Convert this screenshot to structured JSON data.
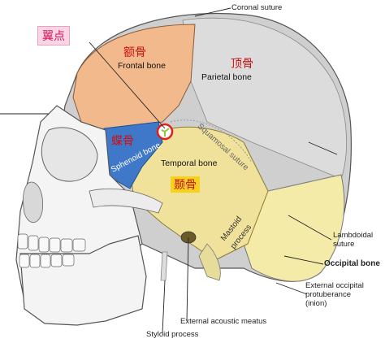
{
  "pterion_label": "翼点",
  "bones_cn": {
    "frontal": "额骨",
    "parietal": "顶骨",
    "sphenoid": "蝶骨",
    "temporal": "颞骨"
  },
  "bones_en": {
    "frontal": "Frontal bone",
    "parietal": "Parietal bone",
    "sphenoid": "Sphenoid bone",
    "temporal": "Temporal bone",
    "occipital": "Occipital bone"
  },
  "sutures": {
    "coronal": "Coronal suture",
    "squamosal": "Squamosal suture",
    "lambdoidal_1": "Lambdoidal",
    "lambdoidal_2": "suture"
  },
  "features": {
    "mastoid_1": "Mastoid",
    "mastoid_2": "process",
    "eop_1": "External occipital",
    "eop_2": "protuberance",
    "eop_3": "(inion)",
    "eam": "External acoustic meatus",
    "styloid": "Styloid process"
  },
  "colors": {
    "frontal": "#f2b98c",
    "parietal": "#c9c9c9",
    "sphenoid": "#3f78c8",
    "temporal": "#f1e29b",
    "occipital": "#f5eba8",
    "pterion_ring": "#e0201a",
    "pterion_fill": "#8fc63d"
  }
}
